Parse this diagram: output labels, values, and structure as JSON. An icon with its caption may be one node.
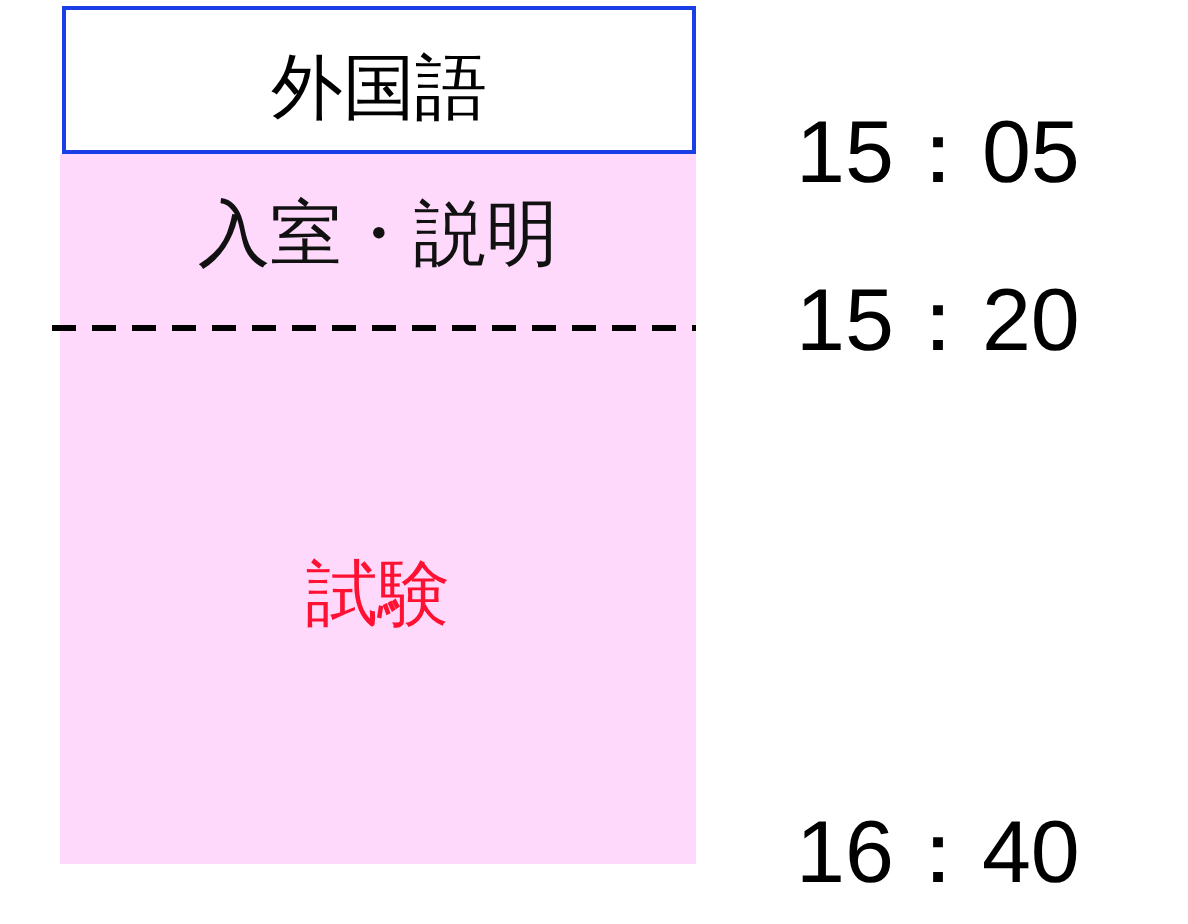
{
  "diagram": {
    "nodes": [
      {
        "text": [
          "外国語"
        ]
      },
      {
        "text": [
          "入室・説明"
        ]
      },
      {
        "text": [
          "試験"
        ]
      }
    ],
    "labels": [
      "15：05",
      "15：20",
      "16：40"
    ]
  }
}
